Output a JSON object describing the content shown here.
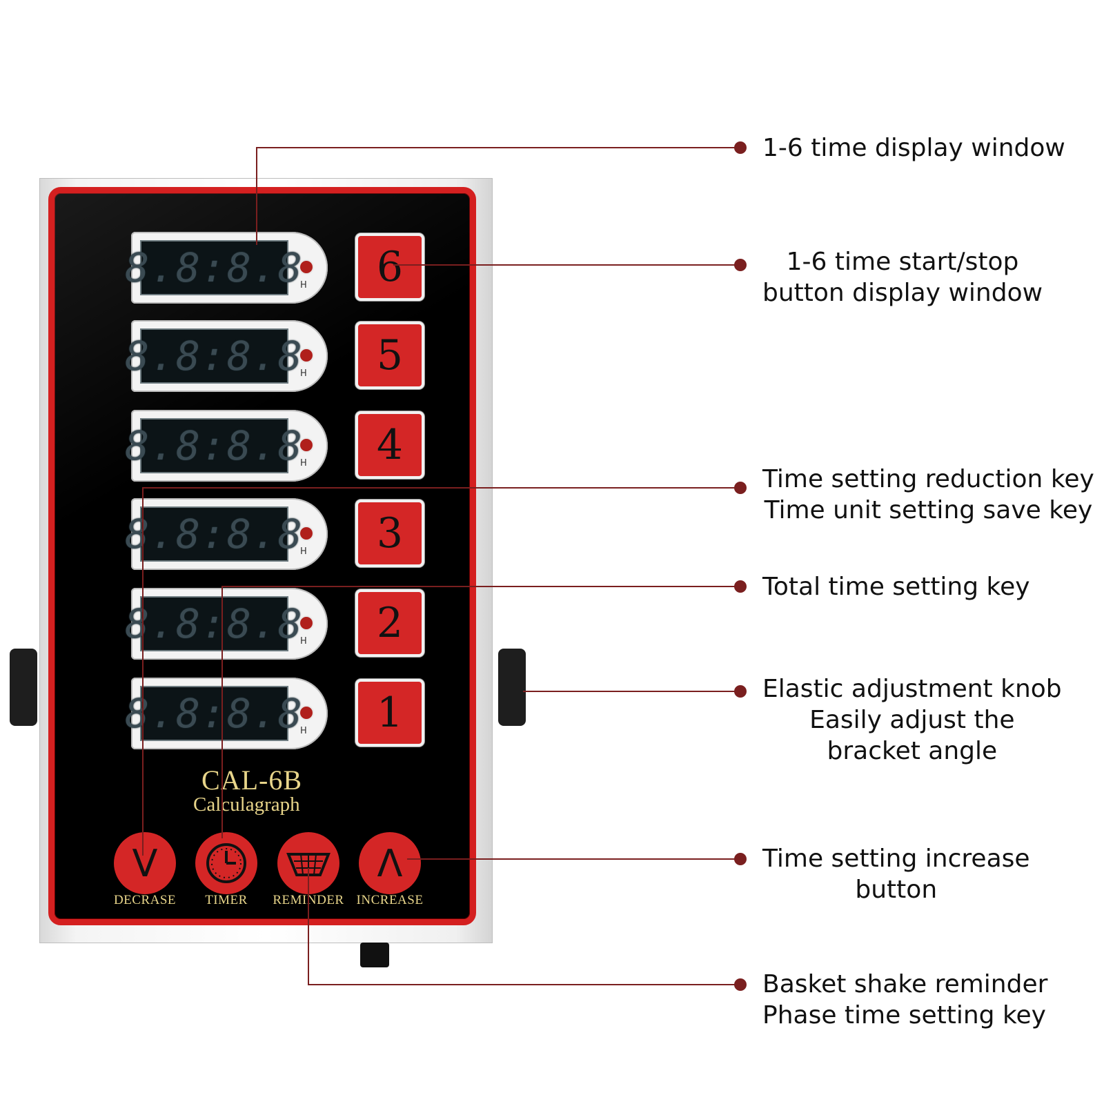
{
  "device": {
    "model": "CAL-6B",
    "subtitle": "Calculagraph",
    "timers": [
      {
        "key": "6",
        "display": "8.8:8.8",
        "unit": "H"
      },
      {
        "key": "5",
        "display": "8.8:8.8",
        "unit": "H"
      },
      {
        "key": "4",
        "display": "8.8:8.8",
        "unit": "H"
      },
      {
        "key": "3",
        "display": "8.8:8.8",
        "unit": "H"
      },
      {
        "key": "2",
        "display": "8.8:8.8",
        "unit": "H"
      },
      {
        "key": "1",
        "display": "8.8:8.8",
        "unit": "H"
      }
    ],
    "controls": {
      "decrease": {
        "symbol": "V",
        "label": "DECRASE"
      },
      "timer": {
        "label": "TIMER"
      },
      "reminder": {
        "label": "REMINDER"
      },
      "increase": {
        "symbol": "Λ",
        "label": "INCREASE"
      }
    }
  },
  "callouts": {
    "display_window": [
      "1-6 time display window"
    ],
    "start_stop": [
      "1-6 time start/stop",
      "button display window"
    ],
    "reduction": [
      "Time setting reduction key",
      "Time unit setting save key"
    ],
    "total_time": [
      "Total time setting key"
    ],
    "knob": [
      "Elastic adjustment knob",
      "Easily adjust the",
      "bracket angle"
    ],
    "increase": [
      "Time setting increase",
      "button"
    ],
    "reminder": [
      "Basket shake reminder",
      "Phase time setting key"
    ]
  },
  "colors": {
    "panel_red": "#d42626",
    "leader": "#7a1f1f",
    "label_gold": "#e8d58a"
  }
}
